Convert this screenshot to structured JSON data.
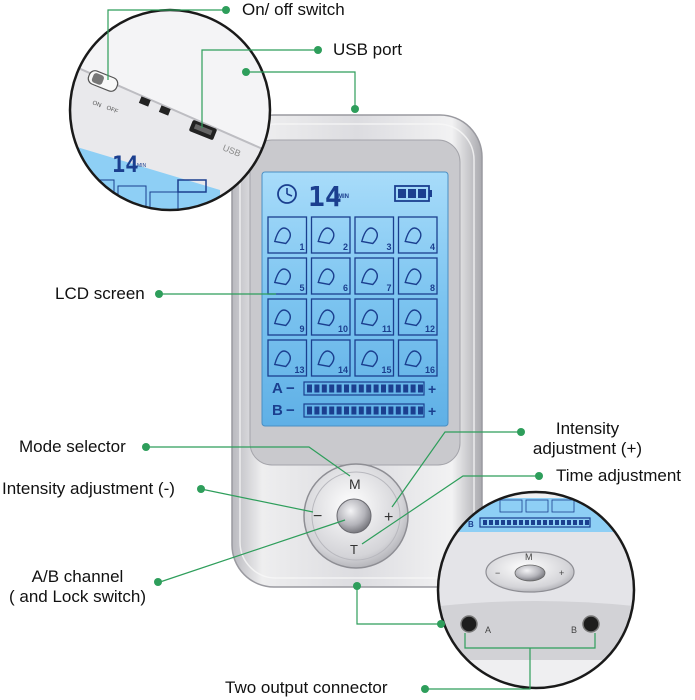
{
  "labels": {
    "on_off_switch": "On/ off switch",
    "usb_port": "USB port",
    "lcd_screen": "LCD screen",
    "mode_selector": "Mode selector",
    "intensity_minus": "Intensity adjustment (-)",
    "ab_channel_line1": "A/B channel",
    "ab_channel_line2": "( and Lock switch)",
    "intensity_plus_line1": "Intensity",
    "intensity_plus_line2": "adjustment (+)",
    "time_adjustment": "Time adjustment",
    "output_connector": "Two output connector"
  },
  "device": {
    "timer_value": "14",
    "timer_unit": "MIN",
    "channel_a": "A",
    "channel_b": "B",
    "minus_sign": "−",
    "plus_sign": "+",
    "mode_numbers": [
      "1",
      "2",
      "3",
      "4",
      "5",
      "6",
      "7",
      "8",
      "9",
      "10",
      "11",
      "12",
      "13",
      "14",
      "15",
      "16"
    ],
    "button_m": "M",
    "button_t": "T",
    "button_minus": "−",
    "button_plus": "+",
    "switch_on": "ON",
    "switch_off": "OFF",
    "usb_text": "USB",
    "jack_a": "A",
    "jack_b": "B"
  },
  "colors": {
    "callout_dot": "#2e9e5b",
    "leader_line": "#2e9e5b",
    "lcd_backlight": "#7cc4f0",
    "body_silver": "#d8d8dc"
  }
}
